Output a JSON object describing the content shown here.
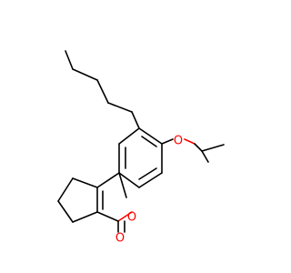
{
  "molecule": {
    "atom_labels": {
      "ether_oxygen": "O",
      "ring_oxygen": "O",
      "carbonyl_oxygen": "O"
    },
    "colors": {
      "bond": "#000000",
      "oxygen": "#ff0000",
      "background": "#ffffff"
    }
  }
}
